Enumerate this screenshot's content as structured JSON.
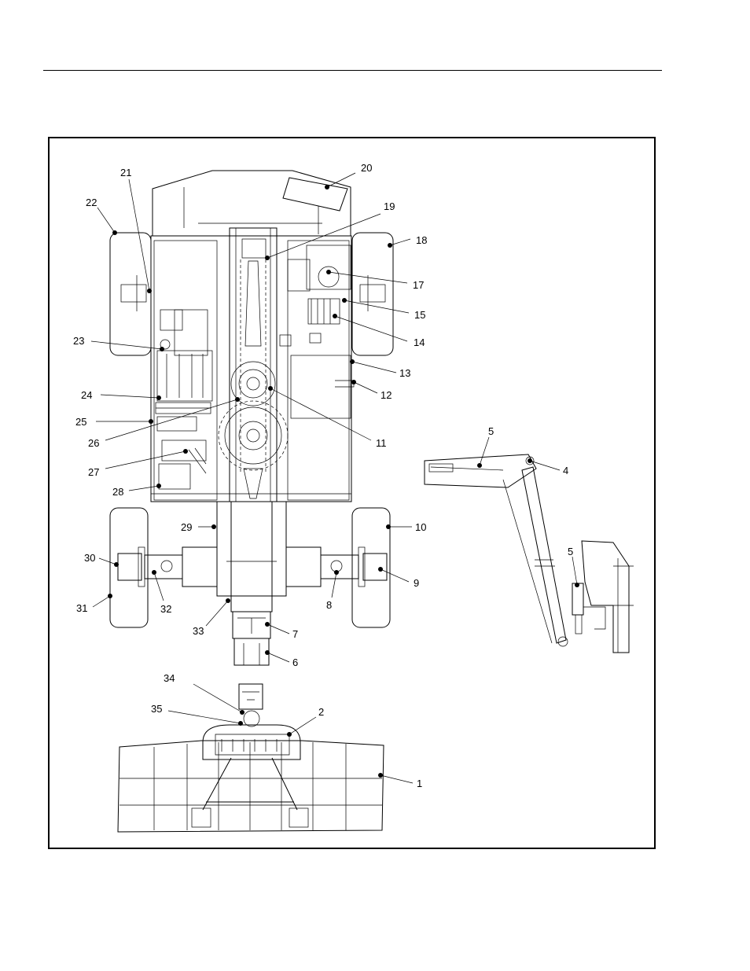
{
  "callouts": [
    "1",
    "2",
    "4",
    "5",
    "5",
    "6",
    "7",
    "8",
    "9",
    "10",
    "11",
    "12",
    "13",
    "14",
    "15",
    "17",
    "18",
    "19",
    "20",
    "21",
    "22",
    "23",
    "24",
    "25",
    "26",
    "27",
    "28",
    "29",
    "30",
    "31",
    "32",
    "33",
    "34",
    "35"
  ],
  "colors": {
    "ink": "#000000",
    "paper": "#ffffff"
  }
}
